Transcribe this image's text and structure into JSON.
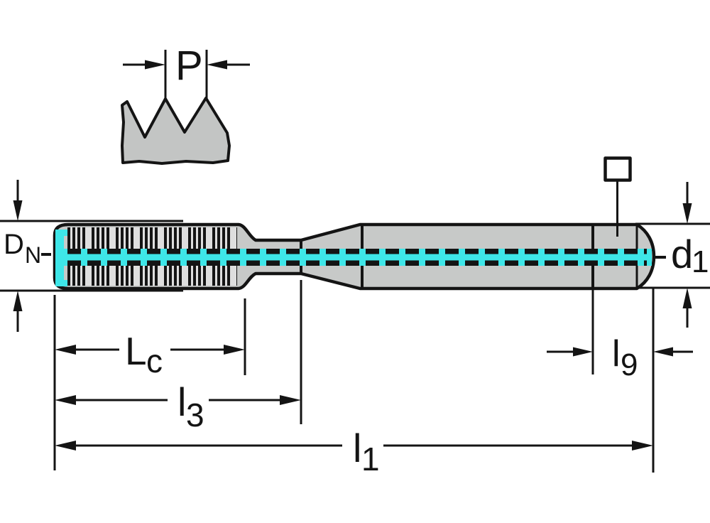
{
  "drawing": {
    "title": "tap-dimension-drawing",
    "labels": {
      "pitch": "P",
      "nominal_diameter_main": "D",
      "nominal_diameter_sub": "N",
      "shank_diameter_main": "d",
      "shank_diameter_sub": "1",
      "chamfer_length_main": "L",
      "chamfer_length_sub": "c",
      "thread_length_main": "l",
      "thread_length_sub": "3",
      "overall_length_main": "l",
      "overall_length_sub": "1",
      "square_length_main": "l",
      "square_length_sub": "9"
    }
  },
  "colors": {
    "bg": "#ffffff",
    "line": "#141414",
    "body_gray": "#c7c9c8",
    "hatch_gap": "#dedede",
    "profile_gray": "#c3c5c4",
    "cyan": "#3ee6e8",
    "white": "#ffffff"
  }
}
